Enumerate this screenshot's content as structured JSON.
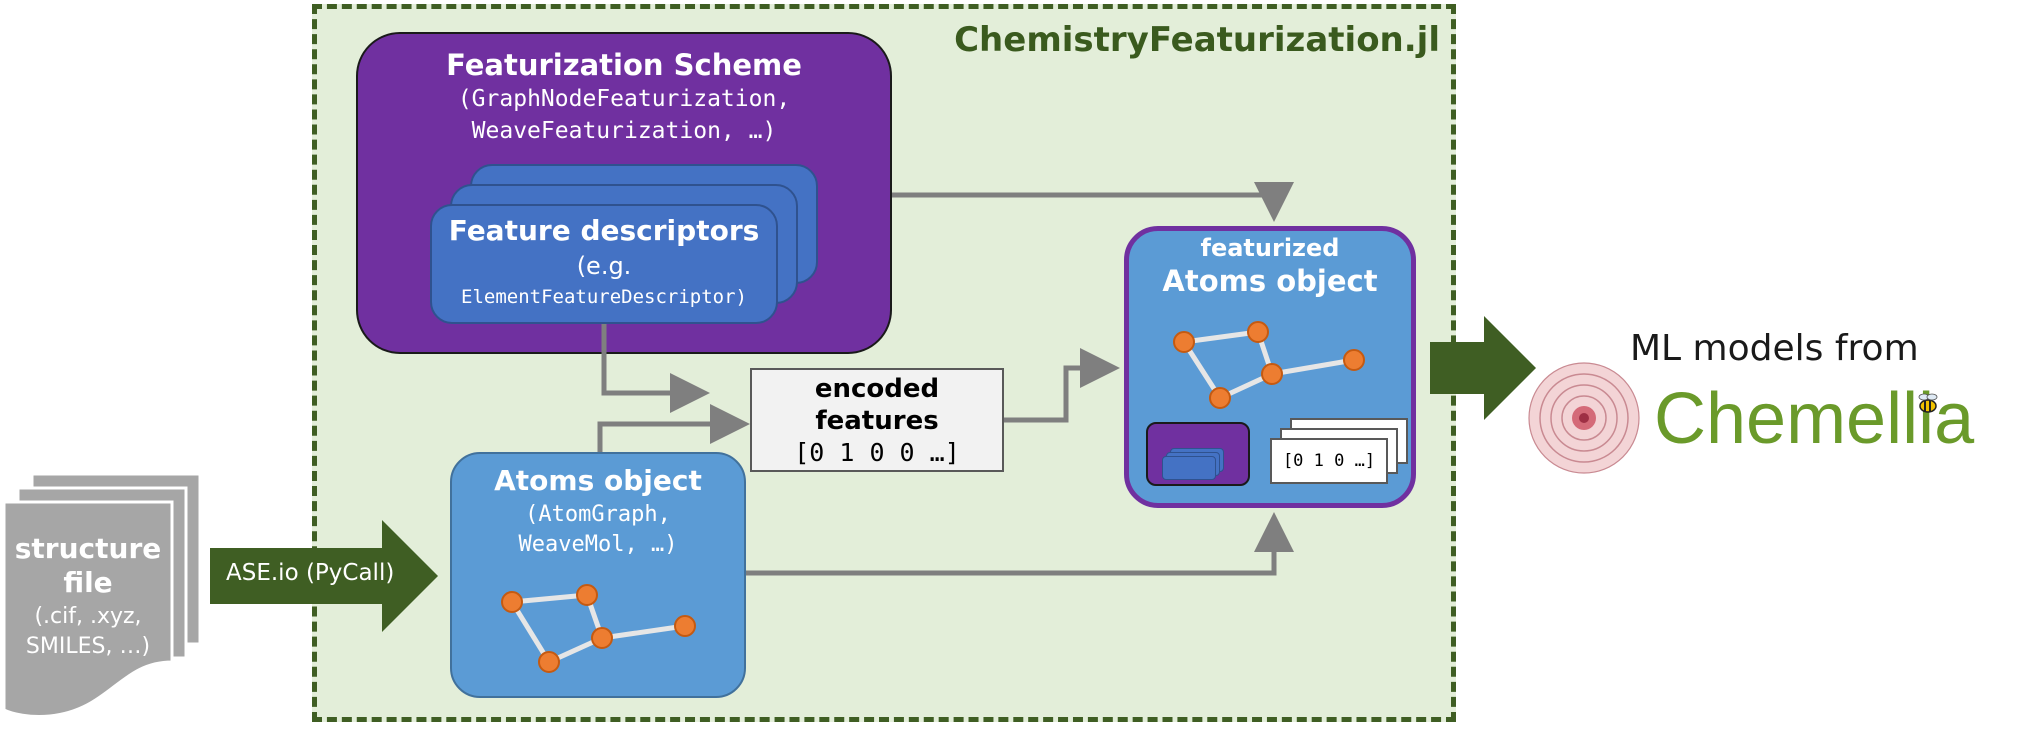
{
  "package": {
    "title": "ChemistryFeaturization.jl"
  },
  "scheme": {
    "title": "Featurization Scheme",
    "line1": "(GraphNodeFeaturization,",
    "line2": "WeaveFeaturization, …)"
  },
  "descriptors": {
    "title": "Feature descriptors",
    "line1": "(e.g.",
    "line2": "ElementFeatureDescriptor)"
  },
  "encoded": {
    "line1": "encoded",
    "line2": "features",
    "vector": "[0 1 0 0 …]"
  },
  "atoms": {
    "title": "Atoms object",
    "line1": "(AtomGraph,",
    "line2": "WeaveMol, …)"
  },
  "featurized": {
    "line1": "featurized",
    "line2": "Atoms object",
    "vector": "[0 1 0 …]"
  },
  "structure": {
    "line1": "structure",
    "line2": "file",
    "line3": "(.cif, .xyz,",
    "line4": "SMILES, …)"
  },
  "io_arrow": {
    "label": "ASE.io (PyCall)"
  },
  "ml": {
    "label": "ML models from",
    "brand": "Chemellia"
  },
  "colors": {
    "dark_green": "#3f5e23",
    "package_bg": "#e3eed9",
    "purple": "#7030a0",
    "blue": "#4472c4",
    "light_blue": "#5b9bd5",
    "node_orange": "#ed7d31",
    "arrow_gray": "#7f7f7f",
    "chemellia_green": "#6a9a2a"
  }
}
